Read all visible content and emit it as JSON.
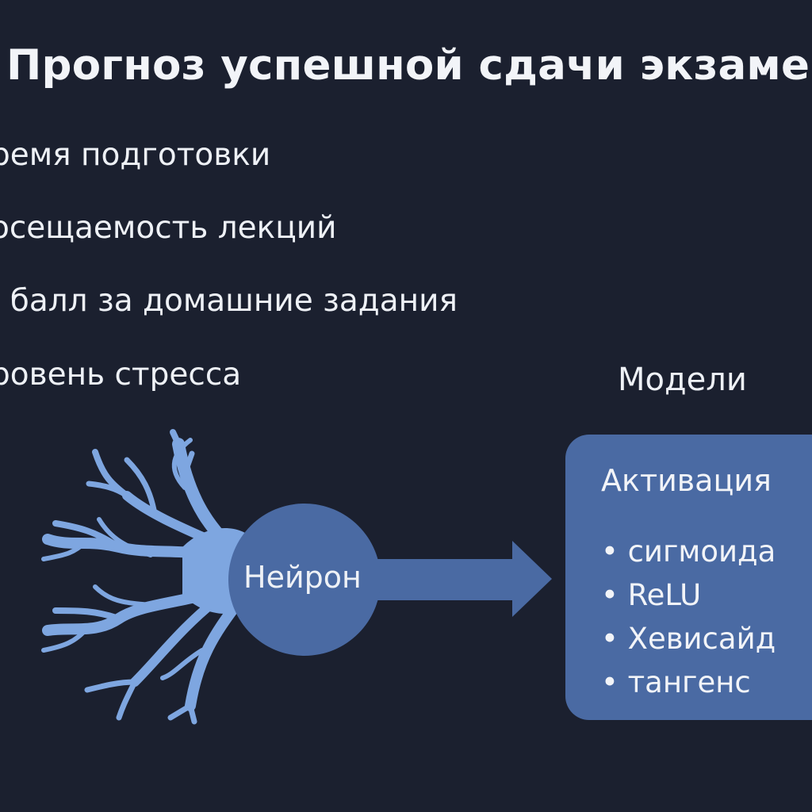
{
  "title": "Прогноз успешной сдачи экзамен",
  "features": [
    "ремя подготовки",
    "осещаемость лекций",
    ". балл за домашние задания",
    "ровень стресса"
  ],
  "diagram": {
    "neuron_label": "Нейрон",
    "models_heading": "Модели",
    "activation_title": "Активация",
    "activations": [
      "сигмоида",
      "ReLU",
      "Хевисайд",
      "тангенс"
    ]
  },
  "colors": {
    "background": "#1b202f",
    "neuron_body": "#4a6aa3",
    "dendrites": "#7ea6e0",
    "arrow": "#4a6aa3",
    "box": "#4a6aa3",
    "text": "#f2f4f8"
  }
}
